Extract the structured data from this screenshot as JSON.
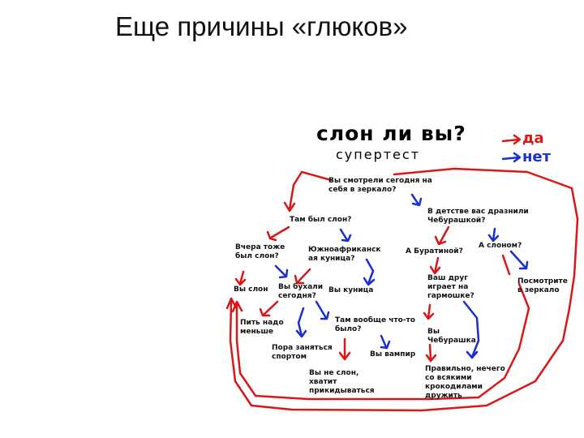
{
  "slide": {
    "title": "Еще причины «глюков»"
  },
  "diagram": {
    "title": "слон ли вы?",
    "subtitle": "супертест",
    "legend": {
      "yes": "да",
      "no": "нет"
    },
    "colors": {
      "yes": "#d81818",
      "no": "#1a2fd0",
      "text": "#111111"
    },
    "nodes": {
      "q_mirror": "Вы смотрели сегодня на\nсебя в зеркало?",
      "q_was_elephant": "Там был слон?",
      "q_childhood": "В детстве вас дразнили\nЧебурашкой?",
      "q_yesterday": "Вчера тоже\nбыл слон?",
      "q_marten": "Южноафриканск\nая куница?",
      "q_buratino": "А Буратиной?",
      "q_elephant_name": "А слоном?",
      "r_you_elephant": "Вы слон",
      "q_drinking": "Вы бухали\nсегодня?",
      "r_marten": "Вы куница",
      "q_friend": "Ваш друг\nиграет на\nгармошке?",
      "r_look_mirror": "Посмотрите\nв зеркало",
      "r_drink_less": "Пить надо\nменьше",
      "q_anything": "Там вообще что-то\nбыло?",
      "r_cheburashka": "Вы\nЧебурашка",
      "r_sport": "Пора заняться\nспортом",
      "r_vampire": "Вы вампир",
      "r_not_elephant": "Вы не слон,\nхватит\nприкидываться",
      "r_crocodiles": "Правильно, нечего\nсо всякими\nкрокодилами\nдружить"
    }
  }
}
